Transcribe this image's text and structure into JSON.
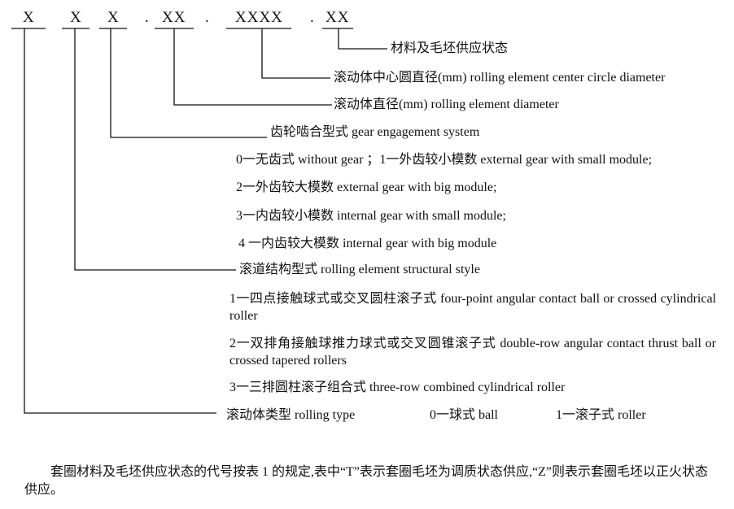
{
  "code": {
    "seg1": "X",
    "seg2": "X",
    "seg3": "X",
    "sep1": ".",
    "seg4": "XX",
    "sep2": ".",
    "seg5": "XXXX",
    "sep3": ".",
    "seg6": "XX"
  },
  "labels": {
    "material": "材料及毛坯供应状态",
    "center_diameter": "滚动体中心圆直径(mm) rolling element center circle diameter",
    "element_diameter": "滚动体直径(mm) rolling element diameter",
    "gear_system": "齿轮啮合型式 gear engagement system",
    "gear_opt0": "0一无齿式 without gear ；1一外齿较小模数 external gear with small module;",
    "gear_opt2": "2一外齿较大模数 external gear with big module;",
    "gear_opt3": "3一内齿较小模数 internal gear with small module;",
    "gear_opt4": "4 一内齿较大模数 internal gear with big module",
    "structural_style": "滚道结构型式 rolling element structural style",
    "style_opt1": "1一四点接触球式或交叉圆柱滚子式 four-point angular contact ball or crossed cylindrical roller",
    "style_opt2": "2一双排角接触球推力球式或交叉圆锥滚子式 double-row angular contact thrust ball or crossed tapered rollers",
    "style_opt3": "3一三排圆柱滚子组合式 three-row combined cylindrical roller",
    "rolling_type": "滚动体类型 rolling type",
    "rolling_opt0": "0一球式  ball",
    "rolling_opt1": "1一滚子式  roller"
  },
  "note": "套圈材料及毛坯供应状态的代号按表 1 的规定,表中“T”表示套圈毛坯为调质状态供应,“Z”则表示套圈毛坯以正火状态供应。"
}
